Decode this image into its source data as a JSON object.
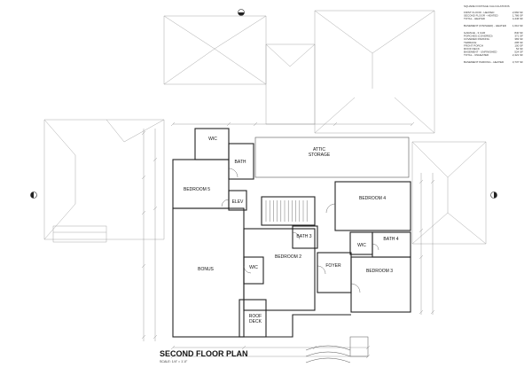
{
  "sheet": {
    "title": "SECOND FLOOR PLAN",
    "scale": "SCALE: 1/4\" = 1'-0\""
  },
  "sqft_table": {
    "heading": "SQUARE FOOTAGE CALCULATIONS",
    "rows": [
      {
        "label": "FIRST FLOOR - HEATED",
        "value": "2,660 SF"
      },
      {
        "label": "SECOND FLOOR - HEATED",
        "value": "1,786 SF"
      },
      {
        "label": "TOTAL - HEATED",
        "value": "4,446 SF"
      },
      {
        "label": "BASEMENT (FINISHED) - HEATED",
        "value": "1,610 SF"
      },
      {
        "label": "GARAGE - 3 CAR",
        "value": "840 SF"
      },
      {
        "label": "PORCHES (COVERED)",
        "value": "371 SF"
      },
      {
        "label": "COVERED PARKING",
        "value": "383 SF"
      },
      {
        "label": "TERRACE",
        "value": "295 SF"
      },
      {
        "label": "FRONT PORCH",
        "value": "100 SF"
      },
      {
        "label": "ROOF DECK",
        "value": "54 SF"
      },
      {
        "label": "BASEMENT - UNFINISHED",
        "value": "524 SF"
      },
      {
        "label": "TOTAL - UNHEATED",
        "value": "2,421 SF"
      },
      {
        "label": "BASEMENT PARKING - HEATED",
        "value": "3,737 SF"
      }
    ]
  },
  "rooms": {
    "wic_top": "WIC",
    "bath_left": "BATH",
    "attic": "ATTIC",
    "storage": "STORAGE",
    "bedroom5": "BEDROOM 5",
    "elev": "ELEV",
    "bedroom4": "BEDROOM 4",
    "wic_right": "WIC",
    "bath4": "BATH 4",
    "bath3": "BATH 3",
    "bedroom2": "BEDROOM 2",
    "bonus": "BONUS",
    "wic_mid": "WIC",
    "foyer": "FOYER",
    "bedroom3": "BEDROOM 3",
    "roof": "ROOF",
    "deck": "DECK"
  },
  "colors": {
    "line": "#222222",
    "light_line": "#9a9a9a",
    "background": "#ffffff"
  }
}
